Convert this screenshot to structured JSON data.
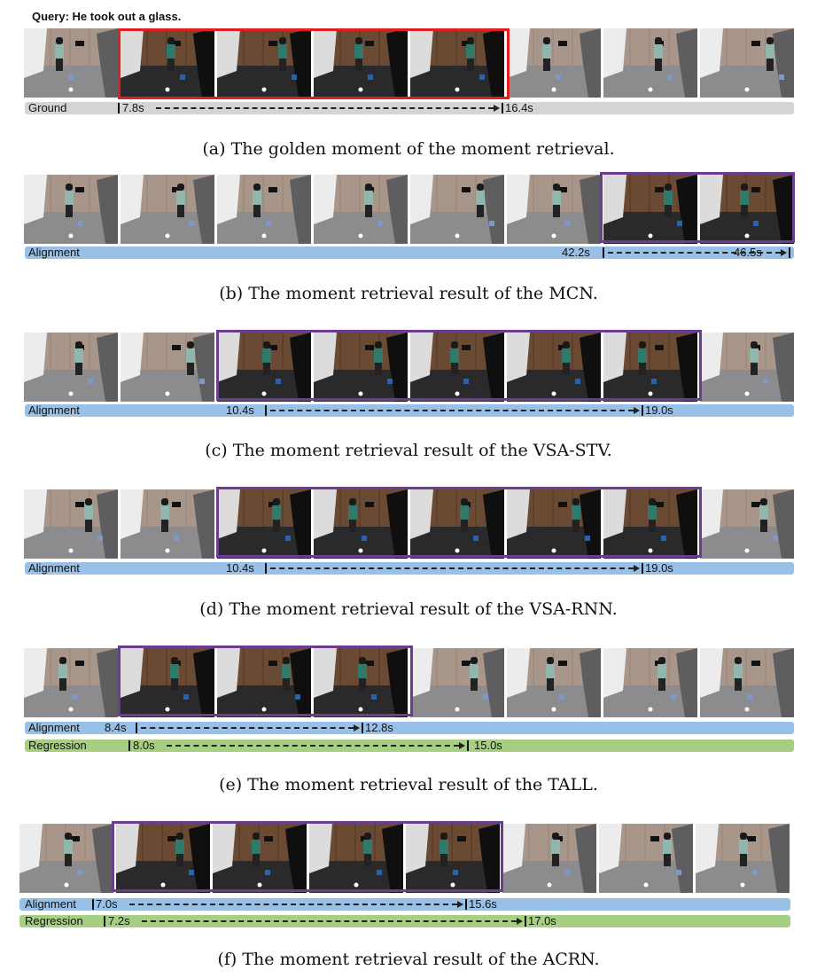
{
  "query": "Query: He took out a glass.",
  "colors": {
    "ground_box": "#e02020",
    "pred_box": "#6a3d8f"
  },
  "panels": [
    {
      "caption": "(a)  The golden moment of the moment retrieval.",
      "boxes": [
        "ground"
      ],
      "rows": [
        {
          "label": "Ground",
          "start": "7.8s",
          "end": "16.4s"
        }
      ]
    },
    {
      "caption": "(b)  The moment retrieval result of the MCN.",
      "boxes": [
        "prediction"
      ],
      "rows": [
        {
          "label": "Alignment",
          "start": "42.2s",
          "end": "46.5s"
        }
      ]
    },
    {
      "caption": "(c)  The moment retrieval result of the VSA-STV.",
      "boxes": [
        "prediction"
      ],
      "rows": [
        {
          "label": "Alignment",
          "start": "10.4s",
          "end": "19.0s"
        }
      ]
    },
    {
      "caption": "(d)  The moment retrieval result of the VSA-RNN.",
      "boxes": [
        "prediction"
      ],
      "rows": [
        {
          "label": "Alignment",
          "start": "10.4s",
          "end": "19.0s"
        }
      ]
    },
    {
      "caption": "(e)  The moment retrieval result of the TALL.",
      "boxes": [
        "prediction"
      ],
      "rows": [
        {
          "label": "Alignment",
          "start": "8.4s",
          "end": "12.8s"
        },
        {
          "label": "Regression",
          "start": "8.0s",
          "end": "15.0s"
        }
      ]
    },
    {
      "caption": "(f)  The moment retrieval result of the ACRN.",
      "boxes": [
        "prediction"
      ],
      "rows": [
        {
          "label": "Alignment",
          "start": "7.0s",
          "end": "15.6s"
        },
        {
          "label": "Regression",
          "start": "7.2s",
          "end": "17.0s"
        }
      ]
    }
  ]
}
